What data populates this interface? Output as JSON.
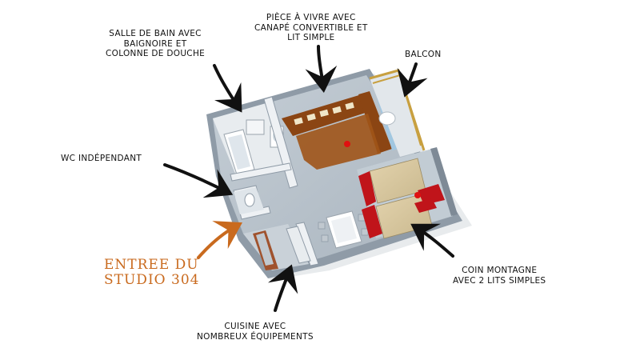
{
  "labels": {
    "salle_de_bain": [
      "SALLE DE BAIN AVEC",
      "BAIGNOIRE ET",
      "COLONNE DE DOUCHE"
    ],
    "piece_a_vivre": [
      "PIÈCE À VIVRE AVEC",
      "CANAPÉ CONVERTIBLE ET",
      "LIT SIMPLE"
    ],
    "balcon": [
      "BALCON"
    ],
    "wc": [
      "WC INDÉPENDANT"
    ],
    "entree": [
      "ENTREE DU",
      "STUDIO 304"
    ],
    "cuisine": [
      "CUISINE AVEC",
      "NOMBREUX ÉQUIPEMENTS"
    ],
    "coin_montagne": [
      "COIN MONTAGNE",
      "AVEC 2 LITS SIMPLES"
    ]
  },
  "colors": {
    "wall_top": "#e6ebf0",
    "wall_side": "#9aa6b2",
    "floor": "#b8c3cc",
    "sofa": "#8b4513",
    "cushion": "#f0e6c8",
    "bed": "#d8c8a0",
    "curtain": "#c0141a",
    "cabinet": "#a0522d",
    "balcony_rail": "#c8a040",
    "arrow": "#111111",
    "entree_accent": "#c96a1e",
    "marker": "#e01010"
  },
  "icons": [
    "arrow-icon",
    "sofa-icon",
    "bathtub-icon",
    "toilet-icon",
    "sink-icon",
    "bed-icon",
    "curtain-icon",
    "table-icon",
    "chair-icon",
    "balcony-rail-icon"
  ]
}
